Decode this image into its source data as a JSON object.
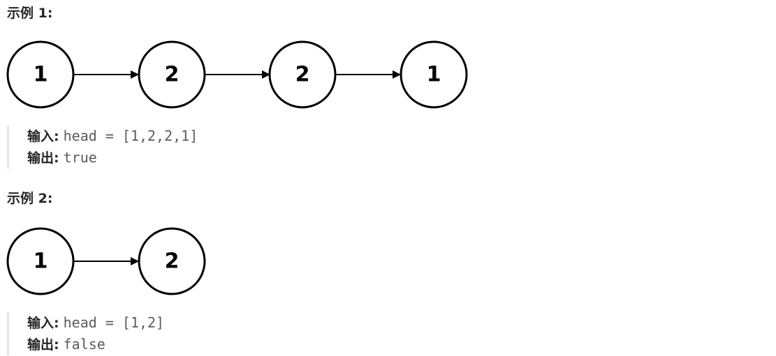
{
  "examples": [
    {
      "title": "示例 1:",
      "nodes": [
        "1",
        "2",
        "2",
        "1"
      ],
      "input_label": "输入:",
      "input_value": "head = [1,2,2,1]",
      "output_label": "输出:",
      "output_value": "true"
    },
    {
      "title": "示例 2:",
      "nodes": [
        "1",
        "2"
      ],
      "input_label": "输入:",
      "input_value": "head = [1,2]",
      "output_label": "输出:",
      "output_value": "false"
    }
  ],
  "colors": {
    "node_stroke": "#000000",
    "text": "#262626",
    "code_text": "#5c5c5c",
    "quote_border": "#e4e4e4"
  }
}
